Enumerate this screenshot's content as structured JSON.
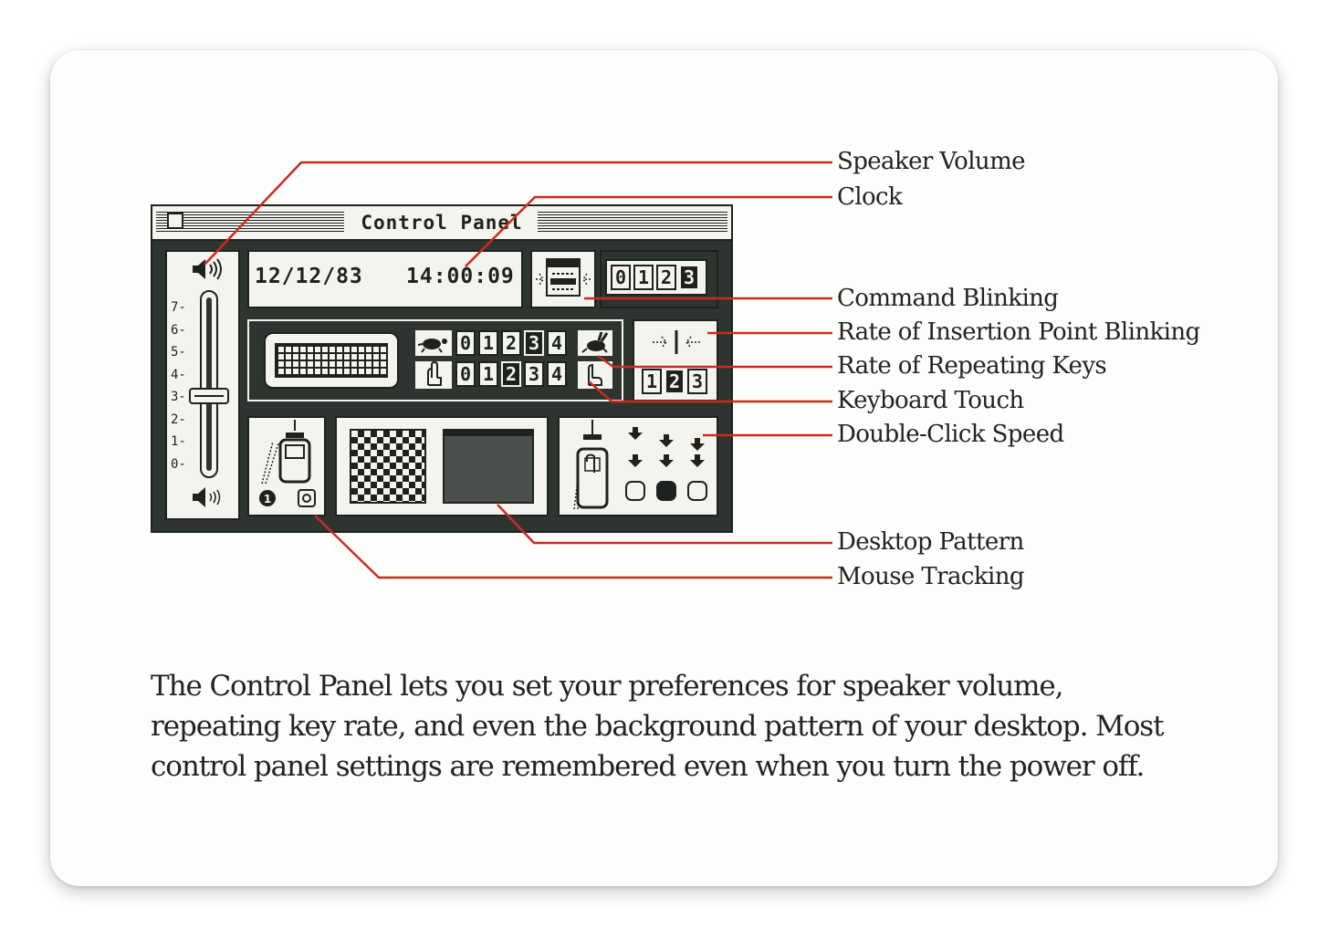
{
  "window": {
    "title": "Control Panel"
  },
  "volume": {
    "ticks": [
      "7",
      "6",
      "5",
      "4",
      "3",
      "2",
      "1",
      "0"
    ],
    "level": 3
  },
  "clock": {
    "date": "12/12/83",
    "time": "14:00:09"
  },
  "command_blinking": {
    "options": [
      "0",
      "1",
      "2",
      "3"
    ],
    "selected": "3"
  },
  "insertion_blink": {
    "options": [
      "1",
      "2",
      "3"
    ],
    "selected": "2"
  },
  "repeat_rate": {
    "options": [
      "0",
      "1",
      "2",
      "3",
      "4"
    ],
    "selected": "3"
  },
  "keyboard_touch": {
    "options": [
      "0",
      "1",
      "2",
      "3",
      "4"
    ],
    "selected": "2"
  },
  "callouts": {
    "speaker_volume": "Speaker Volume",
    "clock": "Clock",
    "command_blinking": "Command Blinking",
    "insertion_blinking": "Rate of Insertion Point Blinking",
    "repeating_keys": "Rate of Repeating Keys",
    "keyboard_touch": "Keyboard Touch",
    "double_click_speed": "Double-Click Speed",
    "desktop_pattern": "Desktop Pattern",
    "mouse_tracking": "Mouse Tracking"
  },
  "caption": "The Control Panel lets you set your preferences for speaker volume, repeating key rate, and even the background pattern of your desktop. Most control panel settings are remembered even when you turn the power off.",
  "colors": {
    "leader": "#cc2a1e",
    "window_dark": "#2e3530",
    "panel_light": "#f4f4ef"
  }
}
